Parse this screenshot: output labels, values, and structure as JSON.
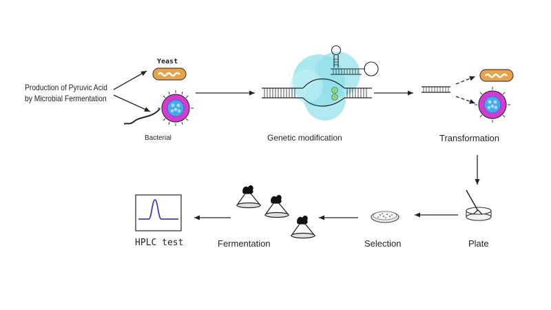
{
  "title_line1": "Production of Pyruvic Acid",
  "title_line2": "by Microbial Fermentation",
  "yeast_label": "Yeast",
  "bacterial_label": "Bacterial",
  "genetic_label": "Genetic modification",
  "transformation_label": "Transformation",
  "plate_label": "Plate",
  "selection_label": "Selection",
  "fermentation_label": "Fermentation",
  "hplc_label": "HPLC test",
  "colors": {
    "yeast": "#e8a24a",
    "bacteria_body": "#d63ad6",
    "bacteria_core": "#4aa8e8",
    "protein": "#8ee0ea",
    "hplc_peak": "#3a3ad0"
  }
}
